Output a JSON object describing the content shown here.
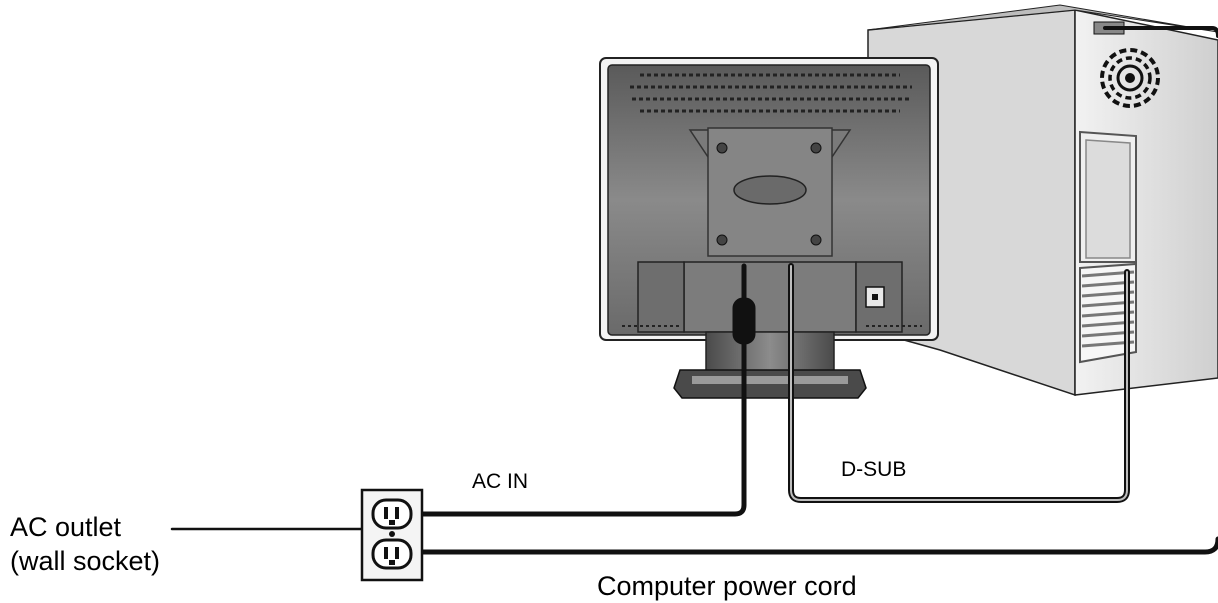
{
  "labels": {
    "ac_in": "AC IN",
    "d_sub": "D-SUB",
    "ac_outlet_line1": "AC outlet",
    "ac_outlet_line2": "(wall socket)",
    "computer_power_cord": "Computer power cord"
  },
  "colors": {
    "background": "#ffffff",
    "cable": "#1a1a1a",
    "monitor_body": "#6e6e6e",
    "monitor_dark": "#3a3a3a",
    "pc_case": "#e4e4e4",
    "outlet_plate": "#f4f4f4"
  }
}
